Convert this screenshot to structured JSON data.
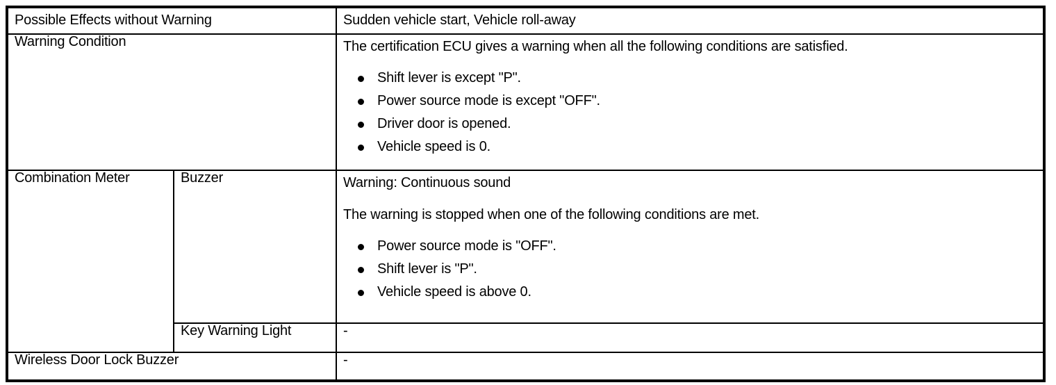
{
  "table": {
    "rows": [
      {
        "id": "possible-effects",
        "label": "Possible Effects without Warning",
        "value": "Sudden vehicle start, Vehicle roll-away"
      },
      {
        "id": "warning-condition",
        "label": "Warning Condition",
        "intro": "The certification ECU gives a warning when all the following conditions are satisfied.",
        "bullets": [
          "Shift lever is except \"P\".",
          "Power source mode is except \"OFF\".",
          "Driver door is opened.",
          "Vehicle speed is 0."
        ]
      },
      {
        "id": "combination-meter-buzzer",
        "label": "Combination Meter",
        "sublabel": "Buzzer",
        "line1": "Warning: Continuous sound",
        "line2": "The warning is stopped when one of the following conditions are met.",
        "bullets": [
          "Power source mode is \"OFF\".",
          "Shift lever is \"P\".",
          "Vehicle speed is above 0."
        ]
      },
      {
        "id": "key-warning-light",
        "sublabel": "Key Warning Light",
        "value": "-"
      },
      {
        "id": "wireless-door-lock-buzzer",
        "label": "Wireless Door Lock Buzzer",
        "value": "-"
      }
    ]
  },
  "colors": {
    "border": "#000000",
    "text": "#000000",
    "background": "#ffffff"
  }
}
